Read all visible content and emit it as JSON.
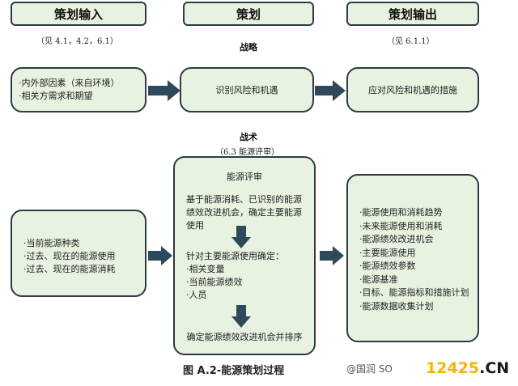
{
  "headers": {
    "input": "策划输入",
    "plan": "策划",
    "output": "策划输出"
  },
  "notes": {
    "input_ref": "（见 4.1，4.2，6.1）",
    "output_ref": "（见 6.1.1）",
    "tactic_ref": "（6.3 能源评审）"
  },
  "labels": {
    "strategy": "战略",
    "tactic": "战术"
  },
  "strategy_row": {
    "input_items": [
      "·内外部因素（来自环境）",
      "·相关方需求和期望"
    ],
    "middle": "识别风险和机遇",
    "output": "应对风险和机遇的措施"
  },
  "tactic_row": {
    "input_items": [
      "·当前能源种类",
      "·过去、现在的能源使用",
      "·过去、现在的能源消耗"
    ],
    "review_title": "能源评审",
    "review_step1": "基于能源消耗、已识别的能源绩效改进机会，确定主要能源使用",
    "review_step2_title": "针对主要能源使用确定：",
    "review_step2_items": [
      "·相关变量",
      "·当前能源绩效",
      "·人员"
    ],
    "review_step3": "确定能源绩效改进机会并排序",
    "output_items": [
      "·能源使用和消耗趋势",
      "·未来能源使用和消耗",
      "·能源绩效改进机会",
      "·主要能源使用",
      "·能源绩效参数",
      "·能源基准",
      "·目标、能源指标和措施计划",
      "·能源数据收集计划"
    ]
  },
  "caption": "图 A.2-能源策划过程",
  "watermark": "@国润 SO",
  "logo": {
    "part1": "12425",
    "part2": ".CN",
    "color1": "#f2b705",
    "color2": "#1a1a1a"
  },
  "colors": {
    "box_fill": "#e8f2e0",
    "border": "#2c3b44",
    "arrow": "#2e4a5a"
  }
}
